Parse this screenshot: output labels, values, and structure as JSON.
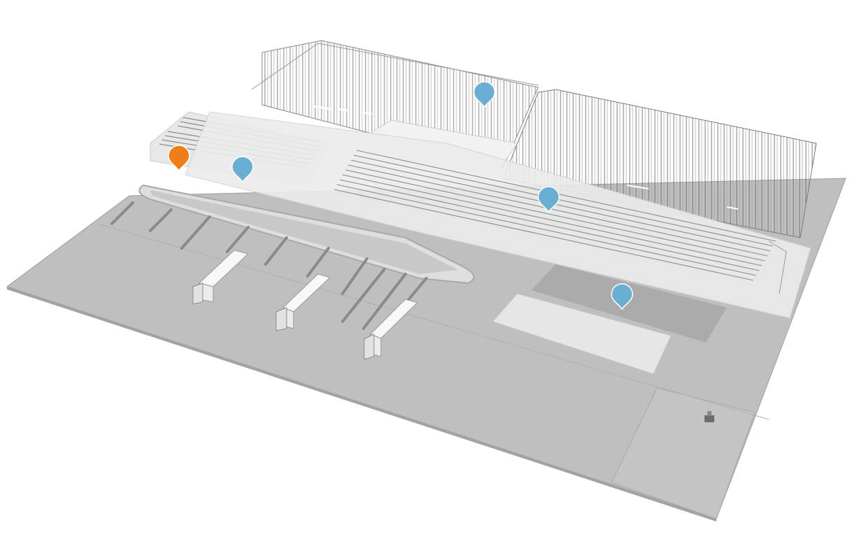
{
  "colors": {
    "background": "#ffffff",
    "floor": "#bdbdbd",
    "floor_dark": "#aaaaaa",
    "platform": "#e9e9e9",
    "rack": "#7a7a7a",
    "pin_active": "#f07d1a",
    "pin_default": "#6aaed4"
  },
  "hotspots": [
    {
      "id": "hotspot-1",
      "state": "active",
      "icon": "map-pin-icon"
    },
    {
      "id": "hotspot-2",
      "state": "default",
      "icon": "map-pin-icon"
    },
    {
      "id": "hotspot-3",
      "state": "default",
      "icon": "map-pin-icon"
    },
    {
      "id": "hotspot-4",
      "state": "default",
      "icon": "map-pin-icon"
    },
    {
      "id": "hotspot-5",
      "state": "default",
      "icon": "map-pin-icon"
    }
  ]
}
